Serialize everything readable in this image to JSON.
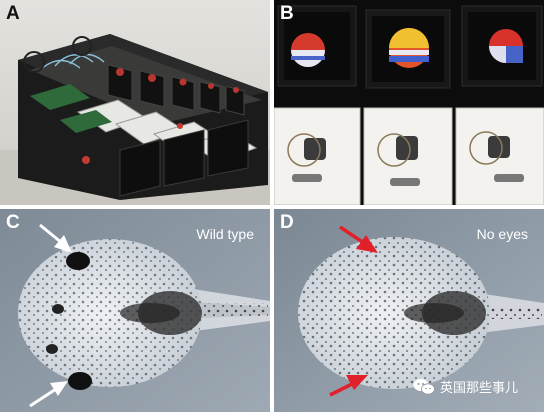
{
  "panels": {
    "a": {
      "label": "A"
    },
    "b": {
      "label": "B"
    },
    "c": {
      "label": "C",
      "caption": "Wild type"
    },
    "d": {
      "label": "D",
      "caption": "No eyes"
    }
  },
  "watermark": {
    "text": "英国那些事儿",
    "icon": "wechat-icon"
  },
  "colors": {
    "arrow_c": "#ffffff",
    "arrow_d": "#e0202a"
  }
}
